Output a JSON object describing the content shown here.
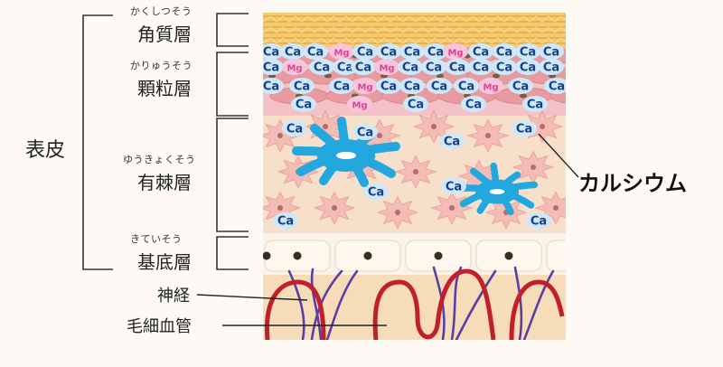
{
  "group_label": "表皮",
  "layers": [
    {
      "id": "stratum-corneum",
      "ruby": "かくしつそう",
      "name": "角質層"
    },
    {
      "id": "stratum-granulosum",
      "ruby": "かりゅうそう",
      "name": "顆粒層"
    },
    {
      "id": "stratum-spinosum",
      "ruby": "ゆうきょくそう",
      "name": "有棘層"
    },
    {
      "id": "stratum-basale",
      "ruby": "きていそう",
      "name": "基底層"
    }
  ],
  "below_labels": {
    "nerve": "神経",
    "capillary": "毛細血管"
  },
  "callout": "カルシウム",
  "ion_labels": {
    "calcium": "Ca",
    "magnesium": "Mg"
  },
  "colors": {
    "corneum": "#f6c96a",
    "granular": "#f4c2c6",
    "spinous": "#f6e0cc",
    "basal": "#fbf3ea",
    "dermis": "#f7dcb9",
    "ca_blob": "#cde8f8",
    "ca_text": "#1a3f86",
    "mg_blob": "#f6c6dd",
    "mg_text": "#e0438f",
    "melanocyte": "#22a7df",
    "nerve": "#5a3fa3",
    "capillary": "#c21f2c",
    "bracket": "#333333"
  }
}
